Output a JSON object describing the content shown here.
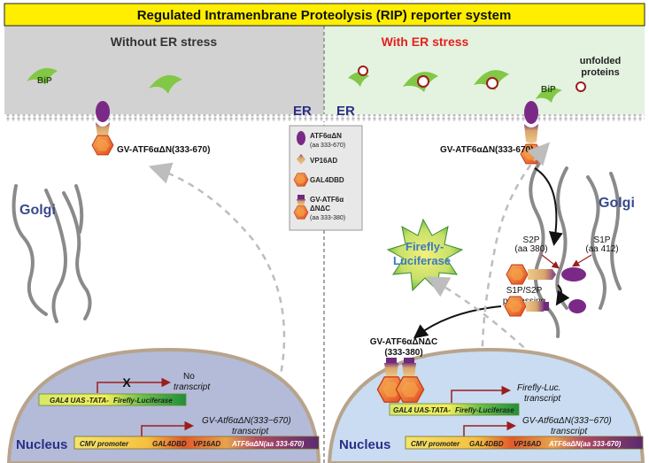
{
  "title": "Regulated Intramenbrane Proteolysis (RIP) reporter system",
  "panels": {
    "left": {
      "header": "Without ER stress"
    },
    "right": {
      "header": "With ER stress"
    }
  },
  "labels": {
    "bip_left": "BiP",
    "bip_right": "BiP",
    "unfolded_1": "unfolded",
    "unfolded_2": "proteins",
    "er_left": "ER",
    "er_right": "ER",
    "golgi_left": "Golgi",
    "golgi_right": "Golgi",
    "gv_left": "GV-ATF6αΔN(333-670)",
    "gv_right": "GV-ATF6αΔN(333-670)",
    "s2p_1": "S2P",
    "s2p_2": "(aa 380)",
    "s1p_1": "S1P",
    "s1p_2": "(aa 412)",
    "processing_1": "S1P/S2P",
    "processing_2": "processing",
    "luciferase_1": "Firefly-",
    "luciferase_2": "Luciferase",
    "gvc_1": "GV-ATF6αΔNΔC",
    "gvc_2": "(333-380)",
    "nucleus_left": "Nucleus",
    "nucleus_right": "Nucleus",
    "no_1": "No",
    "no_2": "transcript",
    "ff_1": "Firefly-Luc.",
    "ff_2": "transcript",
    "gvt_l1": "GV-Atf6αΔN(333−670)",
    "gvt_l2": "transcript",
    "gvt_r1": "GV-Atf6αΔN(333−670)",
    "gvt_r2": "transcript",
    "x_mark": "X"
  },
  "legend": [
    {
      "icon": "atf6-icon",
      "line1": "ATF6αΔN",
      "line2": "(aa 333-670)"
    },
    {
      "icon": "vp16-icon",
      "line1": "VP16AD",
      "line2": ""
    },
    {
      "icon": "gal4-icon",
      "line1": "GAL4DBD",
      "line2": ""
    },
    {
      "icon": "gv-atf6-dnc-icon",
      "line1": "GV-ATF6α",
      "line2": "ΔNΔC",
      "line3": "(aa 333-380)"
    }
  ],
  "constructs": {
    "reporter_left": {
      "seg1": "GAL4 UAS",
      "seg2": "-TATA-",
      "seg3": "Firefly-Luciferase"
    },
    "reporter_right": {
      "seg1": "GAL4 UAS",
      "seg2": "-TATA-",
      "seg3": "Firefly-Luciferase"
    },
    "expression_left": {
      "seg1": "CMV promoter",
      "seg2": "GAL4DBD",
      "seg3": "VP16AD",
      "seg4": "ATF6αΔN(aa 333-670)"
    },
    "expression_right": {
      "seg1": "CMV promoter",
      "seg2": "GAL4DBD",
      "seg3": "VP16AD",
      "seg4": "ATF6αΔN(aa 333-670)"
    }
  },
  "colors": {
    "title_bg": "#ffee00",
    "left_bg": "#d2d2d2",
    "right_bg": "#e4f2e0",
    "bip": "#82c846",
    "er_text": "#2b2f86",
    "stress_text": "#e3221d",
    "golgi": "#8a8a8a",
    "nucleus_left": "#b3bbd8",
    "nucleus_right": "#c9dcf1",
    "nucleus_border": "#b8a48c",
    "atf6": "#6e2a7b",
    "vp16": "#e6b060",
    "gal4": "#e8642a",
    "reporter": "#3aa63a"
  }
}
